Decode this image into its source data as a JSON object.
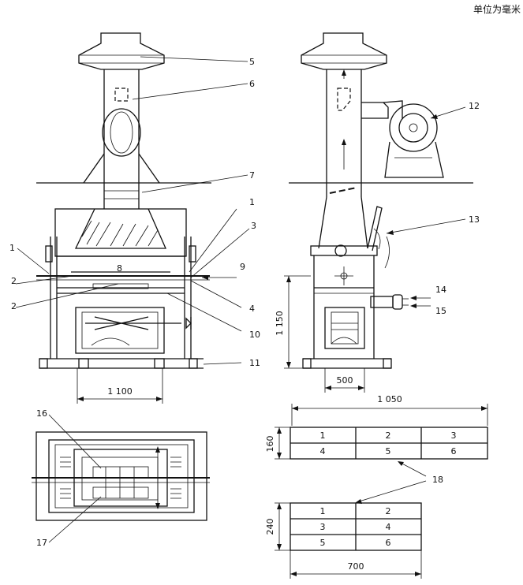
{
  "header": {
    "unit_note": "单位为毫米"
  },
  "callouts": [
    "1",
    "1",
    "2",
    "2",
    "3",
    "4",
    "5",
    "6",
    "7",
    "8",
    "9",
    "10",
    "11",
    "12",
    "13",
    "14",
    "15",
    "16",
    "17",
    "18"
  ],
  "dimensions": {
    "front_width": "1 100",
    "side_height": "1 150",
    "side_base": "500",
    "table1_width": "1 050",
    "table1_height": "160",
    "table2_height": "240",
    "table2_width": "700"
  },
  "grid_a": {
    "cells": [
      "1",
      "2",
      "3",
      "4",
      "5",
      "6"
    ]
  },
  "grid_b": {
    "cells": [
      "1",
      "2",
      "3",
      "4",
      "5",
      "6"
    ]
  }
}
